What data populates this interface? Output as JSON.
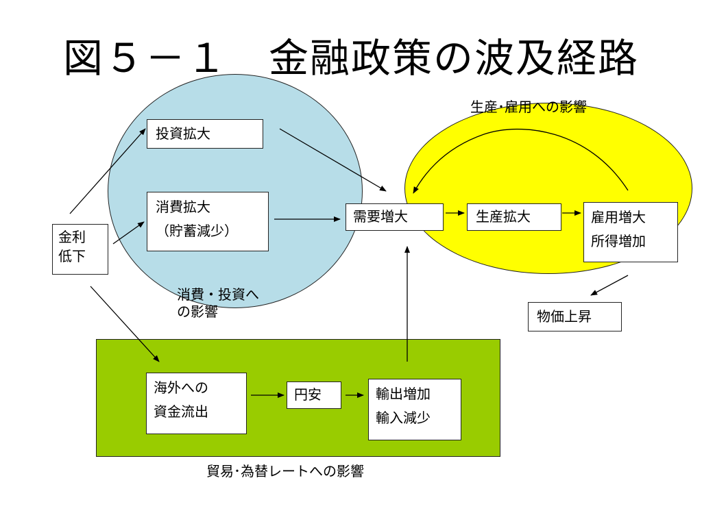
{
  "title": "図５－１　金融政策の波及経路",
  "nodes": {
    "kinri": [
      "金利",
      "低下"
    ],
    "toushi_kakudai": "投資拡大",
    "shouhi_kakudai": [
      "消費拡大",
      "（貯蓄減少）"
    ],
    "juyou_zoudai": "需要増大",
    "seisan_kakudai": "生産拡大",
    "koyou": [
      "雇用増大",
      "所得増加"
    ],
    "bukka": "物価上昇",
    "kaigai": [
      "海外への",
      "資金流出"
    ],
    "enyasu": "円安",
    "yushutsu": [
      "輸出増加",
      "輸入減少"
    ]
  },
  "region_labels": {
    "consumption_investment": [
      "消費・投資へ",
      "の影響"
    ],
    "production_employment": "生産･雇用への影響",
    "trade_fx": "貿易･為替レートへの影響"
  },
  "colors": {
    "blue_region": "#b7dde8",
    "yellow_region": "#ffff00",
    "green_region": "#99cc00"
  }
}
